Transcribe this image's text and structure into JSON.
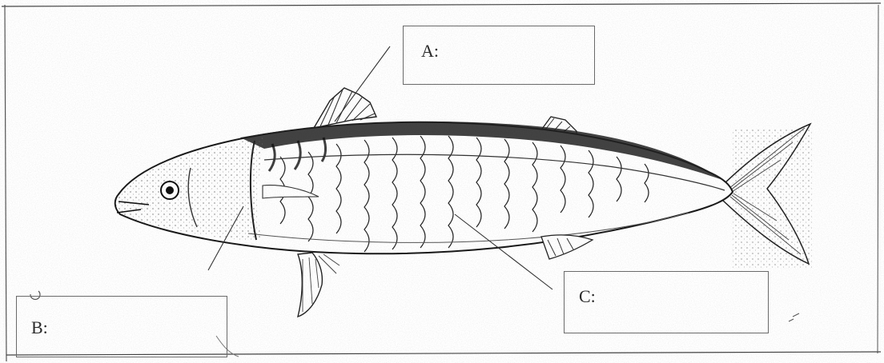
{
  "labels": {
    "a": "A:",
    "b": "B:",
    "c": "C:"
  }
}
